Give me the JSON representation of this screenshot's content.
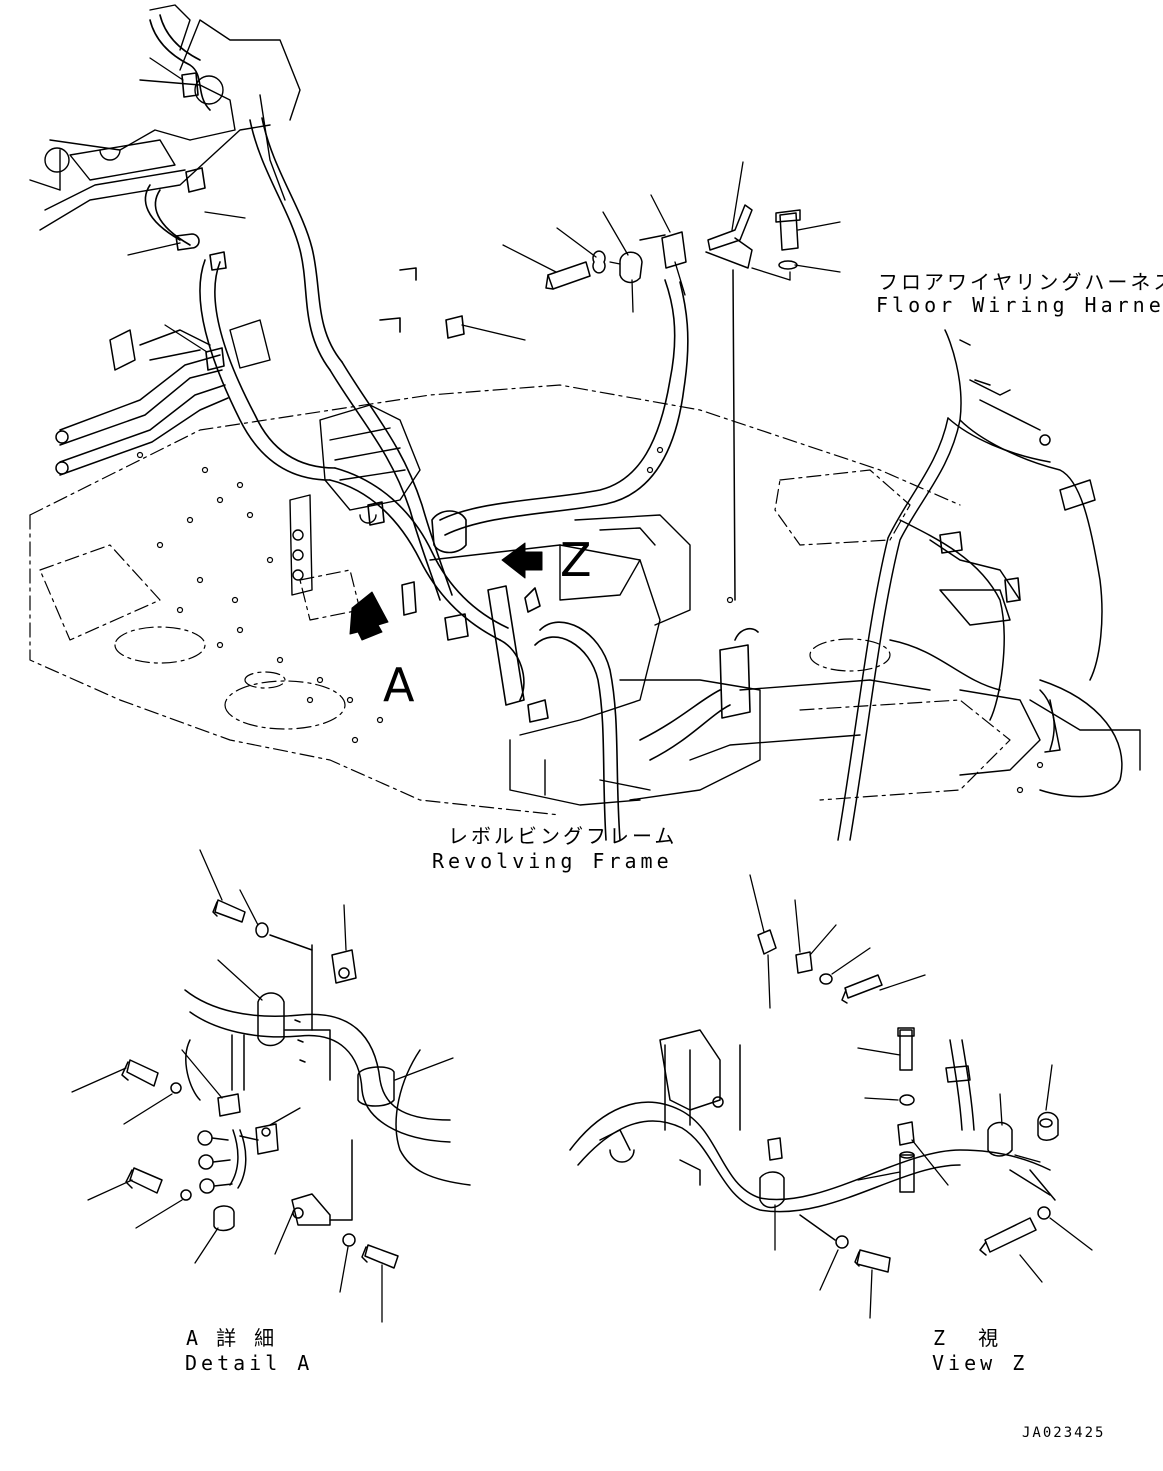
{
  "labels": {
    "floor_harness_jp": "フロアワイヤリングハーネス",
    "floor_harness_en": "Floor Wiring Harness",
    "frame_jp": "レボルビングフレーム",
    "frame_en": "Revolving Frame",
    "view_arrow_a": "A",
    "view_arrow_z": "Z",
    "detail_a_jp": "A 詳 細",
    "detail_a_en": "Detail A",
    "view_z_jp": "Z  視",
    "view_z_en": "View Z",
    "drawing_code": "JA023425"
  }
}
